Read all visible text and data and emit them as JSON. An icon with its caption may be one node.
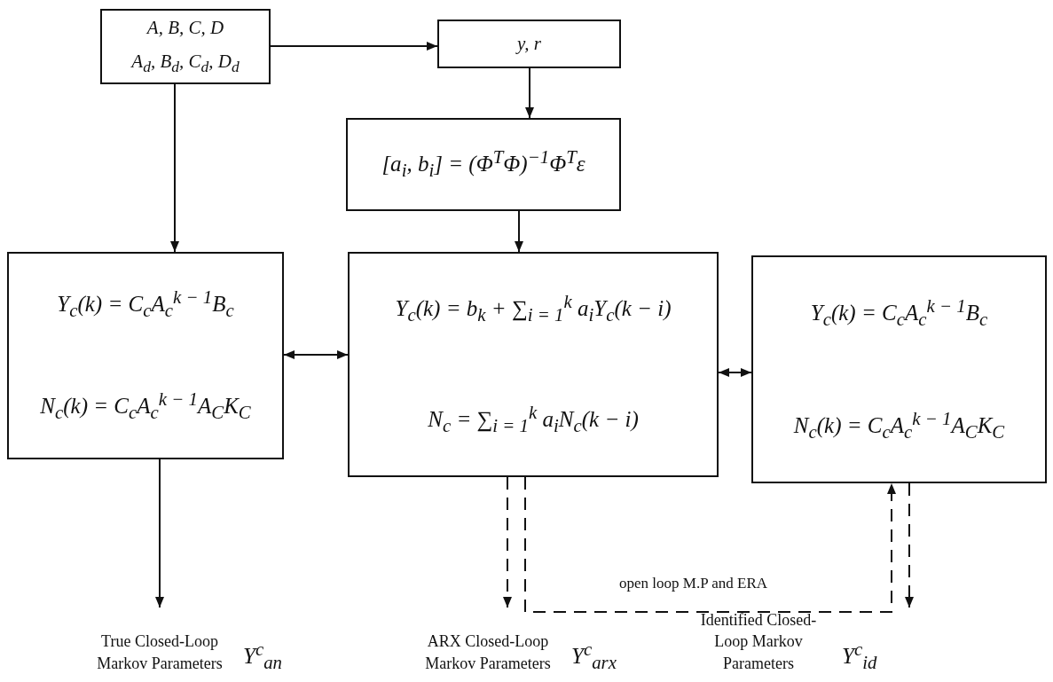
{
  "diagram": {
    "nodes": [
      {
        "text": [
          "A, B, C, D",
          "A$_{d}$, B$_{d}$, C$_{d}$, D$_{d}$"
        ]
      },
      {
        "text": [
          "y, r"
        ]
      },
      {
        "text": [
          "[a$_{i}$, b$_{i}$] = (Φ$^{T}$Φ)$^{−1}$Φ$^{T}$ε"
        ]
      },
      {
        "text": [
          "Y$_{c}$(k) = C$_{c}$A$_{c}$$^{k − 1}$B$_{c}$",
          "N$_{c}$(k) = C$_{c}$A$_{c}$$^{k − 1}$A$_{C}$K$_{C}$"
        ]
      },
      {
        "text": [
          "Y$_{c}$(k) = b$_{k}$ + ∑$_{i = 1}$$^{k}$ a$_{i}$Y$_{c}$(k − i)",
          "N$_{c}$ = ∑$_{i = 1}$$^{k}$ a$_{i}$N$_{c}$(k − i)"
        ]
      },
      {
        "text": [
          "Y$_{c}$(k) = C$_{c}$A$_{c}$$^{k − 1}$B$_{c}$",
          "N$_{c}$(k) = C$_{c}$A$_{c}$$^{k − 1}$A$_{C}$K$_{C}$"
        ]
      },
      {
        "text": [
          "True Closed-Loop Markov Parameters",
          "Y$^{c}$$_{an}$"
        ]
      },
      {
        "text": [
          "ARX Closed-Loop Markov Parameters",
          "Y$^{c}$$_{arx}$"
        ]
      },
      {
        "text": [
          "Identified Closed-Loop Markov Parameters",
          "Y$^{c}$$_{id}$"
        ]
      }
    ],
    "edges": [
      {
        "from": 0,
        "to": 1,
        "arrow": "to"
      },
      {
        "from": 1,
        "to": 2,
        "arrow": "to"
      },
      {
        "from": 2,
        "to": 4,
        "arrow": "to"
      },
      {
        "from": 0,
        "to": 3,
        "arrow": "to"
      },
      {
        "from": 3,
        "to": 4,
        "arrow": "both"
      },
      {
        "from": 4,
        "to": 5,
        "arrow": "both"
      },
      {
        "from": 3,
        "to": 6,
        "arrow": "to"
      },
      {
        "from": 4,
        "to": 7,
        "arrow": "to",
        "style": "dashed"
      },
      {
        "from": 4,
        "to": 5,
        "arrow": "to",
        "style": "dashed",
        "label": "open loop M.P and ERA"
      },
      {
        "from": 5,
        "to": 8,
        "arrow": "to",
        "style": "dashed"
      }
    ]
  }
}
